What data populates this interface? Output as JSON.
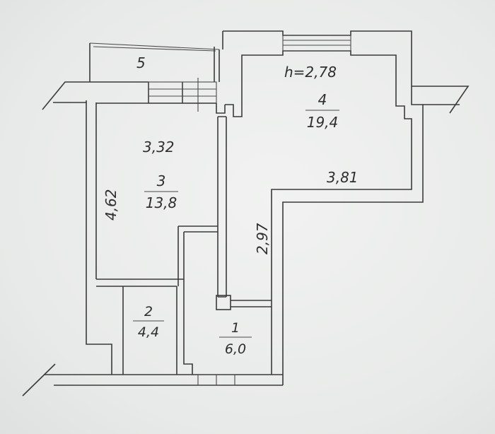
{
  "plan": {
    "ceiling_height": "h=2,78",
    "rooms": [
      {
        "number": "1",
        "area": "6,0"
      },
      {
        "number": "2",
        "area": "4,4"
      },
      {
        "number": "3",
        "area": "13,8"
      },
      {
        "number": "4",
        "area": "19,4"
      },
      {
        "number": "5",
        "area": ""
      }
    ],
    "dimensions": {
      "room3_width": "3,32",
      "room3_length": "4,62",
      "room4_width": "3,81",
      "hall_length": "2,97"
    }
  },
  "colors": {
    "background": "#eceeed",
    "line": "#3a3a3a"
  }
}
